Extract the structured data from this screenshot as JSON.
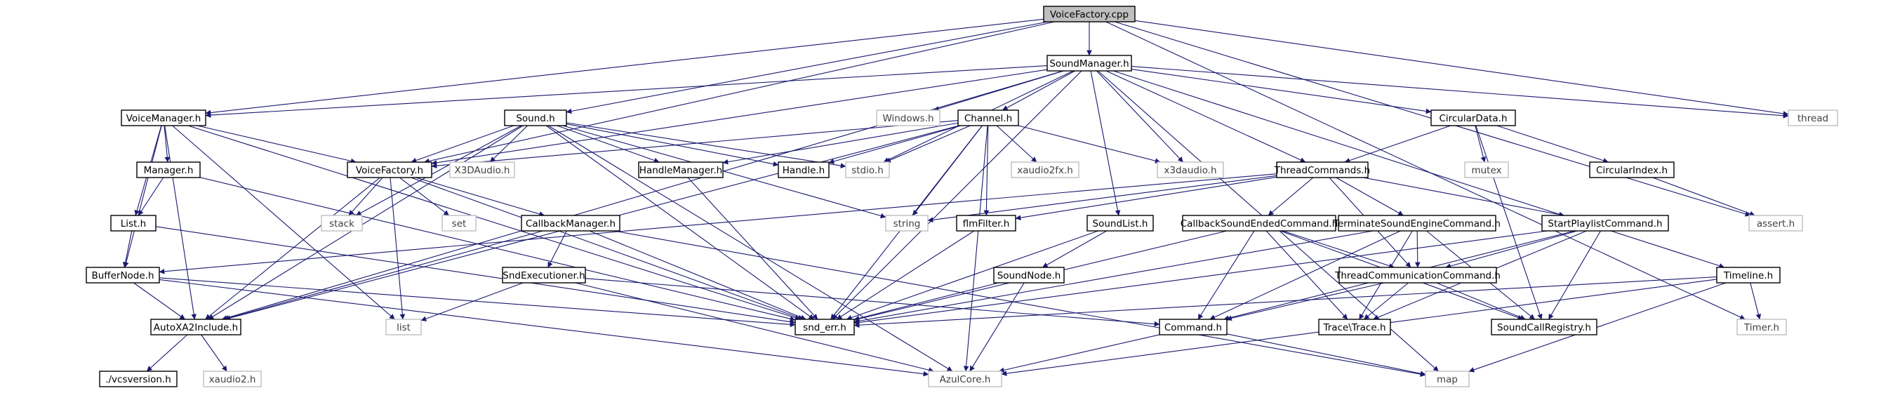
{
  "diagram": {
    "root": "VoiceFactory.cpp",
    "edge_color": "#191970",
    "nodes": [
      {
        "id": "voicefactory_cpp",
        "label": "VoiceFactory.cpp",
        "kind": "main"
      },
      {
        "id": "soundmanager_h",
        "label": "SoundManager.h",
        "kind": "local"
      },
      {
        "id": "voicemanager_h",
        "label": "VoiceManager.h",
        "kind": "local"
      },
      {
        "id": "sound_h",
        "label": "Sound.h",
        "kind": "local"
      },
      {
        "id": "windows_h",
        "label": "Windows.h",
        "kind": "system"
      },
      {
        "id": "channel_h",
        "label": "Channel.h",
        "kind": "local"
      },
      {
        "id": "circulardata_h",
        "label": "CircularData.h",
        "kind": "local"
      },
      {
        "id": "thread",
        "label": "thread",
        "kind": "system"
      },
      {
        "id": "manager_h",
        "label": "Manager.h",
        "kind": "local"
      },
      {
        "id": "voicefactory_h",
        "label": "VoiceFactory.h",
        "kind": "local"
      },
      {
        "id": "x3daudio_h_upper",
        "label": "X3DAudio.h",
        "kind": "system"
      },
      {
        "id": "handlemanager_h",
        "label": "HandleManager.h",
        "kind": "local"
      },
      {
        "id": "handle_h",
        "label": "Handle.h",
        "kind": "local"
      },
      {
        "id": "stdio_h",
        "label": "stdio.h",
        "kind": "system"
      },
      {
        "id": "xaudio2fx_h",
        "label": "xaudio2fx.h",
        "kind": "system"
      },
      {
        "id": "x3daudio_h",
        "label": "x3daudio.h",
        "kind": "system"
      },
      {
        "id": "threadcommands_h",
        "label": "ThreadCommands.h",
        "kind": "local"
      },
      {
        "id": "mutex",
        "label": "mutex",
        "kind": "system"
      },
      {
        "id": "circularindex_h",
        "label": "CircularIndex.h",
        "kind": "local"
      },
      {
        "id": "list_h",
        "label": "List.h",
        "kind": "local"
      },
      {
        "id": "stack",
        "label": "stack",
        "kind": "system"
      },
      {
        "id": "set",
        "label": "set",
        "kind": "system"
      },
      {
        "id": "callbackmanager_h",
        "label": "CallbackManager.h",
        "kind": "local"
      },
      {
        "id": "string",
        "label": "string",
        "kind": "system"
      },
      {
        "id": "flmfilter_h",
        "label": "flmFilter.h",
        "kind": "local"
      },
      {
        "id": "soundlist_h",
        "label": "SoundList.h",
        "kind": "local"
      },
      {
        "id": "callbacksoundendedcommand_h",
        "label": "CallbackSoundEndedCommand.h",
        "kind": "local"
      },
      {
        "id": "terminatesoundenginecommand_h",
        "label": "TerminateSoundEngineCommand.h",
        "kind": "local"
      },
      {
        "id": "startplaylistcommand_h",
        "label": "StartPlaylistCommand.h",
        "kind": "local"
      },
      {
        "id": "assert_h",
        "label": "assert.h",
        "kind": "system"
      },
      {
        "id": "buffernode_h",
        "label": "BufferNode.h",
        "kind": "local"
      },
      {
        "id": "sndexecutioner_h",
        "label": "SndExecutioner.h",
        "kind": "local"
      },
      {
        "id": "soundnode_h",
        "label": "SoundNode.h",
        "kind": "local"
      },
      {
        "id": "threadcommunicationcommand_h",
        "label": "ThreadCommunicationCommand.h",
        "kind": "local"
      },
      {
        "id": "timeline_h",
        "label": "Timeline.h",
        "kind": "local"
      },
      {
        "id": "autoxa2include_h",
        "label": "AutoXA2Include.h",
        "kind": "local"
      },
      {
        "id": "list",
        "label": "list",
        "kind": "system"
      },
      {
        "id": "snd_err_h",
        "label": "snd_err.h",
        "kind": "local"
      },
      {
        "id": "command_h",
        "label": "Command.h",
        "kind": "local"
      },
      {
        "id": "trace_h",
        "label": "Trace\\Trace.h",
        "kind": "local"
      },
      {
        "id": "soundcallregistry_h",
        "label": "SoundCallRegistry.h",
        "kind": "local"
      },
      {
        "id": "timer_h",
        "label": "Timer.h",
        "kind": "system"
      },
      {
        "id": "vcsversion_h",
        "label": "./vcsversion.h",
        "kind": "local"
      },
      {
        "id": "xaudio2_h",
        "label": "xaudio2.h",
        "kind": "system"
      },
      {
        "id": "azulcore_h",
        "label": "AzulCore.h",
        "kind": "system"
      },
      {
        "id": "map",
        "label": "map",
        "kind": "system"
      }
    ],
    "edges": [
      [
        "voicefactory_cpp",
        "soundmanager_h"
      ],
      [
        "voicefactory_cpp",
        "voicemanager_h"
      ],
      [
        "voicefactory_cpp",
        "sound_h"
      ],
      [
        "voicefactory_cpp",
        "voicefactory_h"
      ],
      [
        "voicefactory_cpp",
        "thread"
      ],
      [
        "voicefactory_cpp",
        "assert_h"
      ],
      [
        "voicefactory_cpp",
        "timer_h"
      ],
      [
        "soundmanager_h",
        "voicemanager_h"
      ],
      [
        "soundmanager_h",
        "windows_h"
      ],
      [
        "soundmanager_h",
        "channel_h"
      ],
      [
        "soundmanager_h",
        "circulardata_h"
      ],
      [
        "soundmanager_h",
        "thread"
      ],
      [
        "soundmanager_h",
        "voicefactory_h"
      ],
      [
        "soundmanager_h",
        "stdio_h"
      ],
      [
        "soundmanager_h",
        "x3daudio_h"
      ],
      [
        "soundmanager_h",
        "threadcommands_h"
      ],
      [
        "soundmanager_h",
        "soundlist_h"
      ],
      [
        "soundmanager_h",
        "timeline_h"
      ],
      [
        "soundmanager_h",
        "snd_err_h"
      ],
      [
        "soundmanager_h",
        "autoxa2include_h"
      ],
      [
        "soundmanager_h",
        "map"
      ],
      [
        "voicemanager_h",
        "manager_h"
      ],
      [
        "voicemanager_h",
        "voicefactory_h"
      ],
      [
        "voicemanager_h",
        "list_h"
      ],
      [
        "voicemanager_h",
        "buffernode_h"
      ],
      [
        "voicemanager_h",
        "autoxa2include_h"
      ],
      [
        "voicemanager_h",
        "list"
      ],
      [
        "voicemanager_h",
        "snd_err_h"
      ],
      [
        "sound_h",
        "voicefactory_h"
      ],
      [
        "sound_h",
        "x3daudio_h_upper"
      ],
      [
        "sound_h",
        "handlemanager_h"
      ],
      [
        "sound_h",
        "handle_h"
      ],
      [
        "sound_h",
        "stdio_h"
      ],
      [
        "sound_h",
        "stack"
      ],
      [
        "sound_h",
        "string"
      ],
      [
        "sound_h",
        "autoxa2include_h"
      ],
      [
        "sound_h",
        "snd_err_h"
      ],
      [
        "sound_h",
        "azulcore_h"
      ],
      [
        "channel_h",
        "voicefactory_h"
      ],
      [
        "channel_h",
        "handlemanager_h"
      ],
      [
        "channel_h",
        "handle_h"
      ],
      [
        "channel_h",
        "stdio_h"
      ],
      [
        "channel_h",
        "xaudio2fx_h"
      ],
      [
        "channel_h",
        "x3daudio_h"
      ],
      [
        "channel_h",
        "string"
      ],
      [
        "channel_h",
        "flmfilter_h"
      ],
      [
        "channel_h",
        "autoxa2include_h"
      ],
      [
        "channel_h",
        "snd_err_h"
      ],
      [
        "channel_h",
        "azulcore_h"
      ],
      [
        "circulardata_h",
        "threadcommands_h"
      ],
      [
        "circulardata_h",
        "mutex"
      ],
      [
        "circulardata_h",
        "circularindex_h"
      ],
      [
        "circulardata_h",
        "soundcallregistry_h"
      ],
      [
        "circularindex_h",
        "assert_h"
      ],
      [
        "manager_h",
        "list_h"
      ],
      [
        "manager_h",
        "snd_err_h"
      ],
      [
        "voicefactory_h",
        "stack"
      ],
      [
        "voicefactory_h",
        "set"
      ],
      [
        "voicefactory_h",
        "callbackmanager_h"
      ],
      [
        "voicefactory_h",
        "list"
      ],
      [
        "voicefactory_h",
        "autoxa2include_h"
      ],
      [
        "voicefactory_h",
        "snd_err_h"
      ],
      [
        "handlemanager_h",
        "snd_err_h"
      ],
      [
        "threadcommands_h",
        "string"
      ],
      [
        "threadcommands_h",
        "flmfilter_h"
      ],
      [
        "threadcommands_h",
        "callbacksoundendedcommand_h"
      ],
      [
        "threadcommands_h",
        "terminatesoundenginecommand_h"
      ],
      [
        "threadcommands_h",
        "startplaylistcommand_h"
      ],
      [
        "threadcommands_h",
        "threadcommunicationcommand_h"
      ],
      [
        "threadcommands_h",
        "buffernode_h"
      ],
      [
        "list_h",
        "buffernode_h"
      ],
      [
        "list_h",
        "snd_err_h"
      ],
      [
        "callbackmanager_h",
        "sndexecutioner_h"
      ],
      [
        "callbackmanager_h",
        "autoxa2include_h"
      ],
      [
        "callbackmanager_h",
        "snd_err_h"
      ],
      [
        "callbackmanager_h",
        "map"
      ],
      [
        "flmfilter_h",
        "snd_err_h"
      ],
      [
        "soundlist_h",
        "soundnode_h"
      ],
      [
        "soundlist_h",
        "snd_err_h"
      ],
      [
        "callbacksoundendedcommand_h",
        "threadcommunicationcommand_h"
      ],
      [
        "callbacksoundendedcommand_h",
        "command_h"
      ],
      [
        "callbacksoundendedcommand_h",
        "trace_h"
      ],
      [
        "callbacksoundendedcommand_h",
        "soundcallregistry_h"
      ],
      [
        "callbacksoundendedcommand_h",
        "snd_err_h"
      ],
      [
        "terminatesoundenginecommand_h",
        "threadcommunicationcommand_h"
      ],
      [
        "terminatesoundenginecommand_h",
        "command_h"
      ],
      [
        "terminatesoundenginecommand_h",
        "trace_h"
      ],
      [
        "terminatesoundenginecommand_h",
        "soundcallregistry_h"
      ],
      [
        "terminatesoundenginecommand_h",
        "snd_err_h"
      ],
      [
        "startplaylistcommand_h",
        "threadcommunicationcommand_h"
      ],
      [
        "startplaylistcommand_h",
        "command_h"
      ],
      [
        "startplaylistcommand_h",
        "trace_h"
      ],
      [
        "startplaylistcommand_h",
        "soundcallregistry_h"
      ],
      [
        "startplaylistcommand_h",
        "snd_err_h"
      ],
      [
        "buffernode_h",
        "autoxa2include_h"
      ],
      [
        "buffernode_h",
        "snd_err_h"
      ],
      [
        "buffernode_h",
        "azulcore_h"
      ],
      [
        "sndexecutioner_h",
        "list"
      ],
      [
        "sndexecutioner_h",
        "command_h"
      ],
      [
        "sndexecutioner_h",
        "azulcore_h"
      ],
      [
        "soundnode_h",
        "snd_err_h"
      ],
      [
        "soundnode_h",
        "azulcore_h"
      ],
      [
        "threadcommunicationcommand_h",
        "command_h"
      ],
      [
        "threadcommunicationcommand_h",
        "trace_h"
      ],
      [
        "threadcommunicationcommand_h",
        "soundcallregistry_h"
      ],
      [
        "timeline_h",
        "timer_h"
      ],
      [
        "timeline_h",
        "snd_err_h"
      ],
      [
        "timeline_h",
        "azulcore_h"
      ],
      [
        "timeline_h",
        "map"
      ],
      [
        "autoxa2include_h",
        "vcsversion_h"
      ],
      [
        "autoxa2include_h",
        "xaudio2_h"
      ],
      [
        "command_h",
        "azulcore_h"
      ],
      [
        "command_h",
        "map"
      ]
    ]
  }
}
